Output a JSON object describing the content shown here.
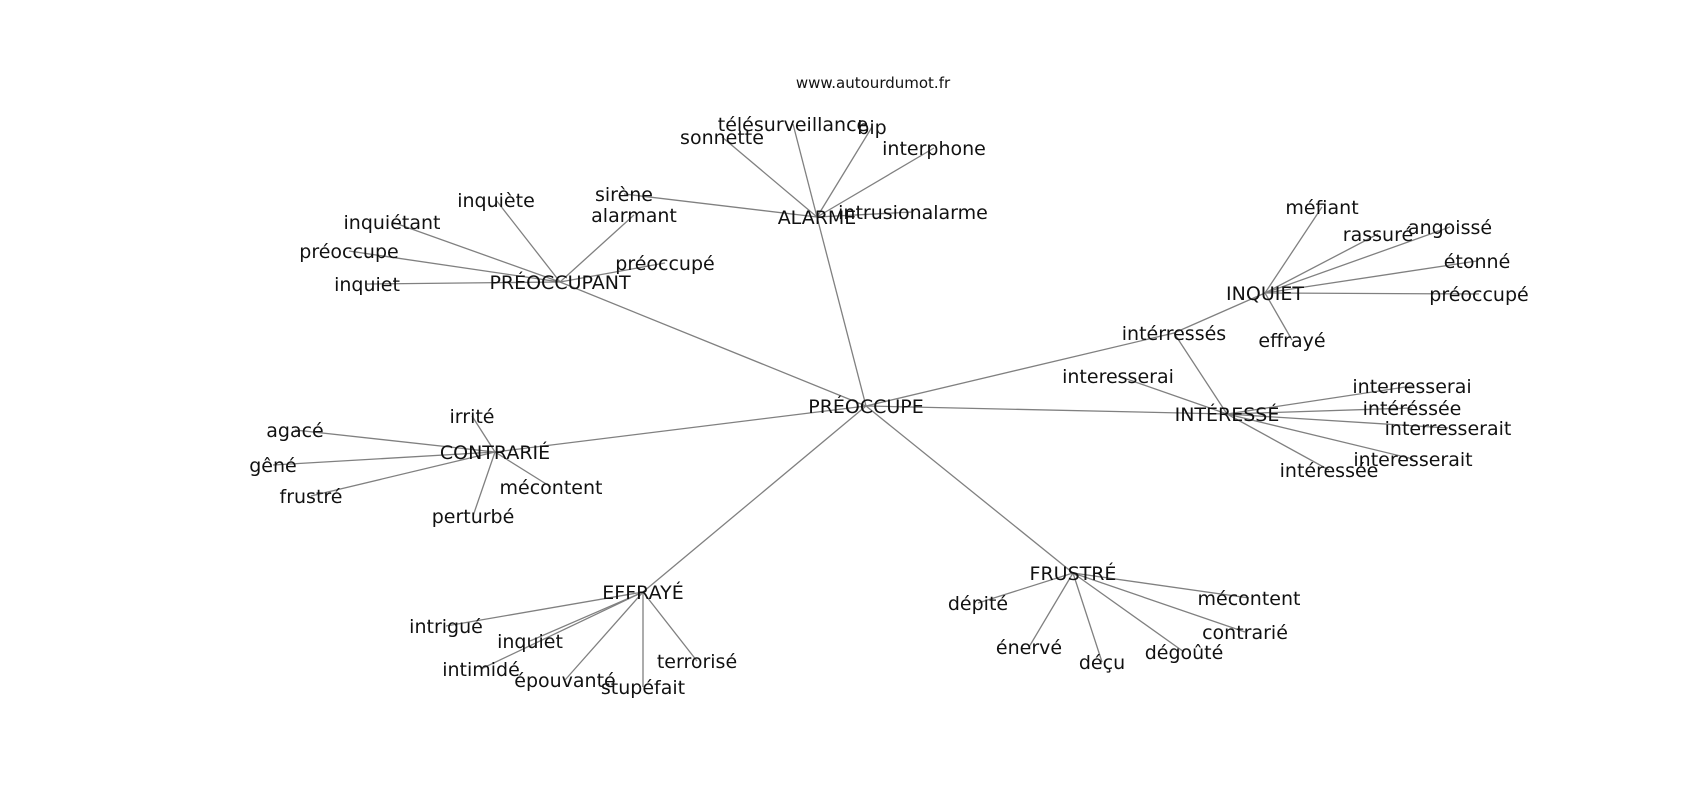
{
  "header": {
    "site": "www.autourdumot.fr"
  },
  "graph": {
    "center": "PRÉOCCUPE",
    "nodes": [
      {
        "id": "preoccupe_center",
        "label": "PRÉOCCUPE"
      },
      {
        "id": "alarme",
        "label": "ALARME"
      },
      {
        "id": "preoccupant",
        "label": "PRÉOCCUPANT"
      },
      {
        "id": "inquiet_hub",
        "label": "INQUIET"
      },
      {
        "id": "interesse",
        "label": "INTÉRESSÉ"
      },
      {
        "id": "contrarie",
        "label": "CONTRARIÉ"
      },
      {
        "id": "effraye",
        "label": "EFFRAYÉ"
      },
      {
        "id": "frustre",
        "label": "FRUSTRÉ"
      },
      {
        "id": "telesurveillance",
        "label": "télésurveillance"
      },
      {
        "id": "sonnette",
        "label": "sonnette"
      },
      {
        "id": "bip",
        "label": "bip"
      },
      {
        "id": "interphone",
        "label": "interphone"
      },
      {
        "id": "sirene",
        "label": "sirène"
      },
      {
        "id": "intrusionalarme",
        "label": "intrusionalarme"
      },
      {
        "id": "inquiete",
        "label": "inquiète"
      },
      {
        "id": "inquietant",
        "label": "inquiétant"
      },
      {
        "id": "alarmant",
        "label": "alarmant"
      },
      {
        "id": "preoccupe_a",
        "label": "préoccupe"
      },
      {
        "id": "preoccupe_b",
        "label": "préoccupé"
      },
      {
        "id": "inquiet_a",
        "label": "inquiet"
      },
      {
        "id": "mefiant",
        "label": "méfiant"
      },
      {
        "id": "rassure",
        "label": "rassuré"
      },
      {
        "id": "angoisse",
        "label": "angoissé"
      },
      {
        "id": "etonne",
        "label": "étonné"
      },
      {
        "id": "preoccupe_c",
        "label": "préoccupé"
      },
      {
        "id": "effraye_small",
        "label": "effrayé"
      },
      {
        "id": "interresses",
        "label": "intérressés"
      },
      {
        "id": "interesserai",
        "label": "interesserai"
      },
      {
        "id": "interresserai",
        "label": "interresserai"
      },
      {
        "id": "interessee_a",
        "label": "intéréssée"
      },
      {
        "id": "interresserait",
        "label": "interresserait"
      },
      {
        "id": "interesserait",
        "label": "interesserait"
      },
      {
        "id": "interessee_b",
        "label": "intéressée"
      },
      {
        "id": "irrite",
        "label": "irrité"
      },
      {
        "id": "agace",
        "label": "agacé"
      },
      {
        "id": "gene",
        "label": "gêné"
      },
      {
        "id": "frustre_small",
        "label": "frustré"
      },
      {
        "id": "mecontent_a",
        "label": "mécontent"
      },
      {
        "id": "perturbe",
        "label": "perturbé"
      },
      {
        "id": "intrigue",
        "label": "intrigué"
      },
      {
        "id": "inquiet_b",
        "label": "inquiet"
      },
      {
        "id": "intimide",
        "label": "intimidé"
      },
      {
        "id": "epouvante",
        "label": "épouvanté"
      },
      {
        "id": "stupefait",
        "label": "stupéfait"
      },
      {
        "id": "terrorise",
        "label": "terrorisé"
      },
      {
        "id": "depite",
        "label": "dépité"
      },
      {
        "id": "enerve",
        "label": "énervé"
      },
      {
        "id": "decu",
        "label": "déçu"
      },
      {
        "id": "degoute",
        "label": "dégoûté"
      },
      {
        "id": "contrarie_small",
        "label": "contrarié"
      },
      {
        "id": "mecontent_b",
        "label": "mécontent"
      }
    ],
    "edges": [
      [
        "preoccupe_center",
        "alarme"
      ],
      [
        "preoccupe_center",
        "preoccupant"
      ],
      [
        "preoccupe_center",
        "interresses"
      ],
      [
        "preoccupe_center",
        "interesse"
      ],
      [
        "preoccupe_center",
        "contrarie"
      ],
      [
        "preoccupe_center",
        "effraye"
      ],
      [
        "preoccupe_center",
        "frustre"
      ],
      [
        "alarme",
        "telesurveillance"
      ],
      [
        "alarme",
        "sonnette"
      ],
      [
        "alarme",
        "bip"
      ],
      [
        "alarme",
        "interphone"
      ],
      [
        "alarme",
        "sirene"
      ],
      [
        "alarme",
        "intrusionalarme"
      ],
      [
        "preoccupant",
        "inquiete"
      ],
      [
        "preoccupant",
        "inquietant"
      ],
      [
        "preoccupant",
        "alarmant"
      ],
      [
        "preoccupant",
        "preoccupe_a"
      ],
      [
        "preoccupant",
        "preoccupe_b"
      ],
      [
        "preoccupant",
        "inquiet_a"
      ],
      [
        "inquiet_hub",
        "mefiant"
      ],
      [
        "inquiet_hub",
        "rassure"
      ],
      [
        "inquiet_hub",
        "angoisse"
      ],
      [
        "inquiet_hub",
        "etonne"
      ],
      [
        "inquiet_hub",
        "preoccupe_c"
      ],
      [
        "inquiet_hub",
        "effraye_small"
      ],
      [
        "inquiet_hub",
        "interresses"
      ],
      [
        "interesse",
        "interresses"
      ],
      [
        "interesse",
        "interesserai"
      ],
      [
        "interesse",
        "interresserai"
      ],
      [
        "interesse",
        "interessee_a"
      ],
      [
        "interesse",
        "interresserait"
      ],
      [
        "interesse",
        "interesserait"
      ],
      [
        "interesse",
        "interessee_b"
      ],
      [
        "contrarie",
        "irrite"
      ],
      [
        "contrarie",
        "agace"
      ],
      [
        "contrarie",
        "gene"
      ],
      [
        "contrarie",
        "frustre_small"
      ],
      [
        "contrarie",
        "mecontent_a"
      ],
      [
        "contrarie",
        "perturbe"
      ],
      [
        "effraye",
        "intrigue"
      ],
      [
        "effraye",
        "inquiet_b"
      ],
      [
        "effraye",
        "intimide"
      ],
      [
        "effraye",
        "epouvante"
      ],
      [
        "effraye",
        "stupefait"
      ],
      [
        "effraye",
        "terrorise"
      ],
      [
        "frustre",
        "depite"
      ],
      [
        "frustre",
        "enerve"
      ],
      [
        "frustre",
        "decu"
      ],
      [
        "frustre",
        "degoute"
      ],
      [
        "frustre",
        "contrarie_small"
      ],
      [
        "frustre",
        "mecontent_b"
      ]
    ]
  }
}
